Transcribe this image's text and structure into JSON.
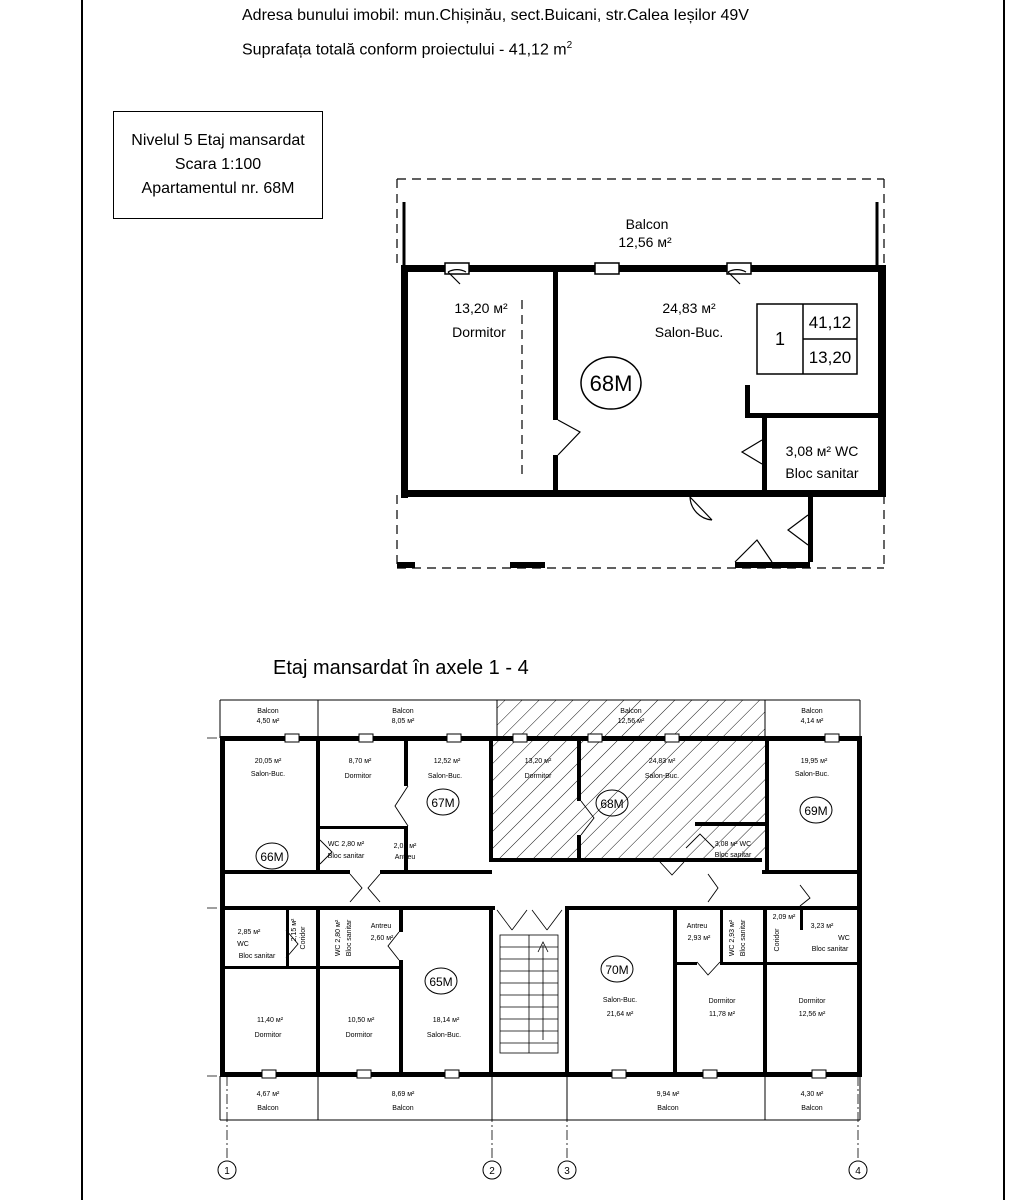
{
  "header": {
    "address_label": "Adresa bunului imobil:",
    "address_value": "mun.Chișinău, sect.Buicani, str.Calea Ieșilor 49V",
    "area_text": "Suprafața totală conform proiectului - 41,12 m",
    "area_sup": "2"
  },
  "info_box": {
    "line1": "Nivelul 5  Etaj mansardat",
    "line2": "Scara 1:100",
    "line3": "Apartamentul nr. 68M"
  },
  "detail_plan": {
    "balcon_label": "Balcon",
    "balcon_area": "12,56 м²",
    "dormitor_area": "13,20 м²",
    "dormitor_label": "Dormitor",
    "salon_area": "24,83 м²",
    "salon_label": "Salon-Buc.",
    "apt_badge": "68M",
    "wc_area": "3,08 м²  WC",
    "wc_label": "Bloc sanitar",
    "table": {
      "num": "1",
      "total": "41,12",
      "living": "13,20"
    }
  },
  "overview": {
    "title": "Etaj mansardat în axele 1 - 4",
    "balcon_word": "Balcon",
    "top_balconies": [
      "4,50 м²",
      "8,05 м²",
      "12,56 м²",
      "4,14 м²"
    ],
    "bottom_balconies": [
      "4,67 м²",
      "8,69 м²",
      "9,94 м²",
      "4,30 м²"
    ],
    "rooms": {
      "r66_salon_area": "20,05 м²",
      "r66_salon": "Salon-Buc.",
      "r67_dorm_area": "8,70 м²",
      "r67_dorm": "Dormitor",
      "r67_salon_area": "12,52 м²",
      "r67_salon": "Salon-Buc.",
      "r67_wc": "WC  2,80 м²",
      "r67_wc_label": "Bloc sanitar",
      "r67_antreu_area": "2,01 м²",
      "r67_antreu": "Antreu",
      "r68_dorm_area": "13,20 м²",
      "r68_dorm": "Dormitor",
      "r68_salon_area": "24,83 м²",
      "r68_salon": "Salon-Buc.",
      "r68_wc": "3,08 м²  WC",
      "r68_wc_label": "Bloc sanitar",
      "r69_salon_area": "19,95 м²",
      "r69_salon": "Salon-Buc.",
      "r66_wc_area": "2,85 м²",
      "r66_wc": "WC",
      "r66_wc_label": "Bloc sanitar",
      "r66_coridor": "Coridor",
      "r66_coridor_area": "2,15 м²",
      "r66_dorm_area": "11,40 м²",
      "r66_dorm": "Dormitor",
      "r65_wc": "WC  2,80 м²",
      "r65_wc_label": "Bloc sanitar",
      "r65_antreu": "Antreu",
      "r65_antreu_area": "2,60 м²",
      "r65_dorm_area": "10,50 м²",
      "r65_dorm": "Dormitor",
      "r65_salon_area": "18,14 м²",
      "r65_salon": "Salon-Buc.",
      "r70_salon": "Salon-Buc.",
      "r70_salon_area": "21,64 м²",
      "r70_antreu": "Antreu",
      "r70_antreu_area": "2,93 м²",
      "r70_wc": "WC  2,93 м²",
      "r70_wc_label": "Bloc sanitar",
      "r70_dorm": "Dormitor",
      "r70_dorm_area": "11,78 м²",
      "r69_coridor_area": "2,09 м²",
      "r69_coridor": "Coridor",
      "r69_wc_area": "3,23 м²",
      "r69_wc": "WC",
      "r69_wc_label": "Bloc sanitar",
      "r69_dorm": "Dormitor",
      "r69_dorm_area": "12,56 м²"
    },
    "badges": [
      "66M",
      "67M",
      "68M",
      "69M",
      "65M",
      "70M"
    ],
    "axes": [
      "1",
      "2",
      "3",
      "4"
    ]
  }
}
